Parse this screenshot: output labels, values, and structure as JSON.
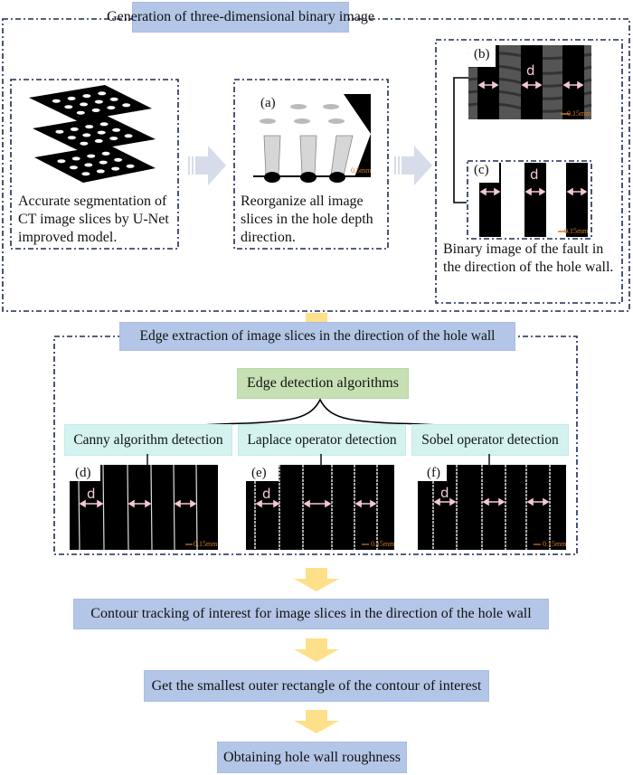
{
  "section1": {
    "title": "Generation of three-dimensional binary image",
    "panel1": {
      "caption_lines": [
        "Accurate segmentation of",
        "CT image slices by U-Net",
        "improved model."
      ]
    },
    "panel2": {
      "label": "(a)",
      "caption_lines": [
        "Reorganize all image",
        "slices in the hole depth",
        "direction."
      ],
      "scale": "0.5mm"
    },
    "panel3": {
      "label_b": "(b)",
      "label_c": "(c)",
      "d_label": "d",
      "scale": "0.15mm",
      "caption_lines": [
        "Binary image of the fault in",
        "the direction of the hole wall."
      ]
    }
  },
  "section2": {
    "title": "Edge extraction of image slices in the direction of the hole wall",
    "algorithms_title": "Edge detection algorithms",
    "methods": [
      {
        "name": "Canny algorithm detection",
        "label": "(d)",
        "d_label": "d",
        "scale": "0.15mm"
      },
      {
        "name": "Laplace operator detection",
        "label": "(e)",
        "d_label": "d",
        "scale": "0.15mm"
      },
      {
        "name": "Sobel operator detection",
        "label": "(f)",
        "d_label": "d",
        "scale": "0.15mm"
      }
    ]
  },
  "steps": [
    "Contour tracking of interest for image slices in the direction of the hole wall",
    "Get the smallest outer rectangle of the contour of interest",
    "Obtaining hole wall roughness"
  ],
  "colors": {
    "step_box": "#b4c6e7",
    "algo_box": "#c6e0b4",
    "method_box": "#d3f2f0",
    "down_arrow": "#ffe08a",
    "right_arrow": "#d6dce9",
    "dash_border": "#1e2a55",
    "d_arrow": "#f3c9d0"
  }
}
